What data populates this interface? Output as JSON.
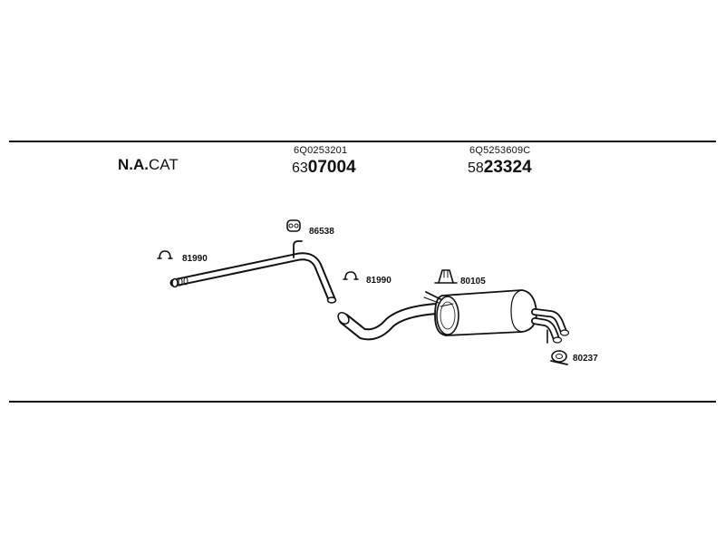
{
  "header": {
    "catalyst_label_strong": "N.A.",
    "catalyst_label_rest": "CAT"
  },
  "parts": [
    {
      "oe_ref": "6Q0253201",
      "number_prefix": "63",
      "number_main": "07004"
    },
    {
      "oe_ref": "6Q5253609C",
      "number_prefix": "58",
      "number_main": "23324"
    }
  ],
  "callouts": [
    {
      "label": "86538",
      "icon": "rubber-hanger-icon"
    },
    {
      "label": "81990",
      "icon": "pipe-clamp-icon"
    },
    {
      "label": "81990",
      "icon": "pipe-clamp-icon"
    },
    {
      "label": "80105",
      "icon": "mounting-bracket-icon"
    },
    {
      "label": "80237",
      "icon": "rubber-ring-hanger-icon"
    }
  ],
  "colors": {
    "line": "#111111",
    "background": "#ffffff"
  }
}
